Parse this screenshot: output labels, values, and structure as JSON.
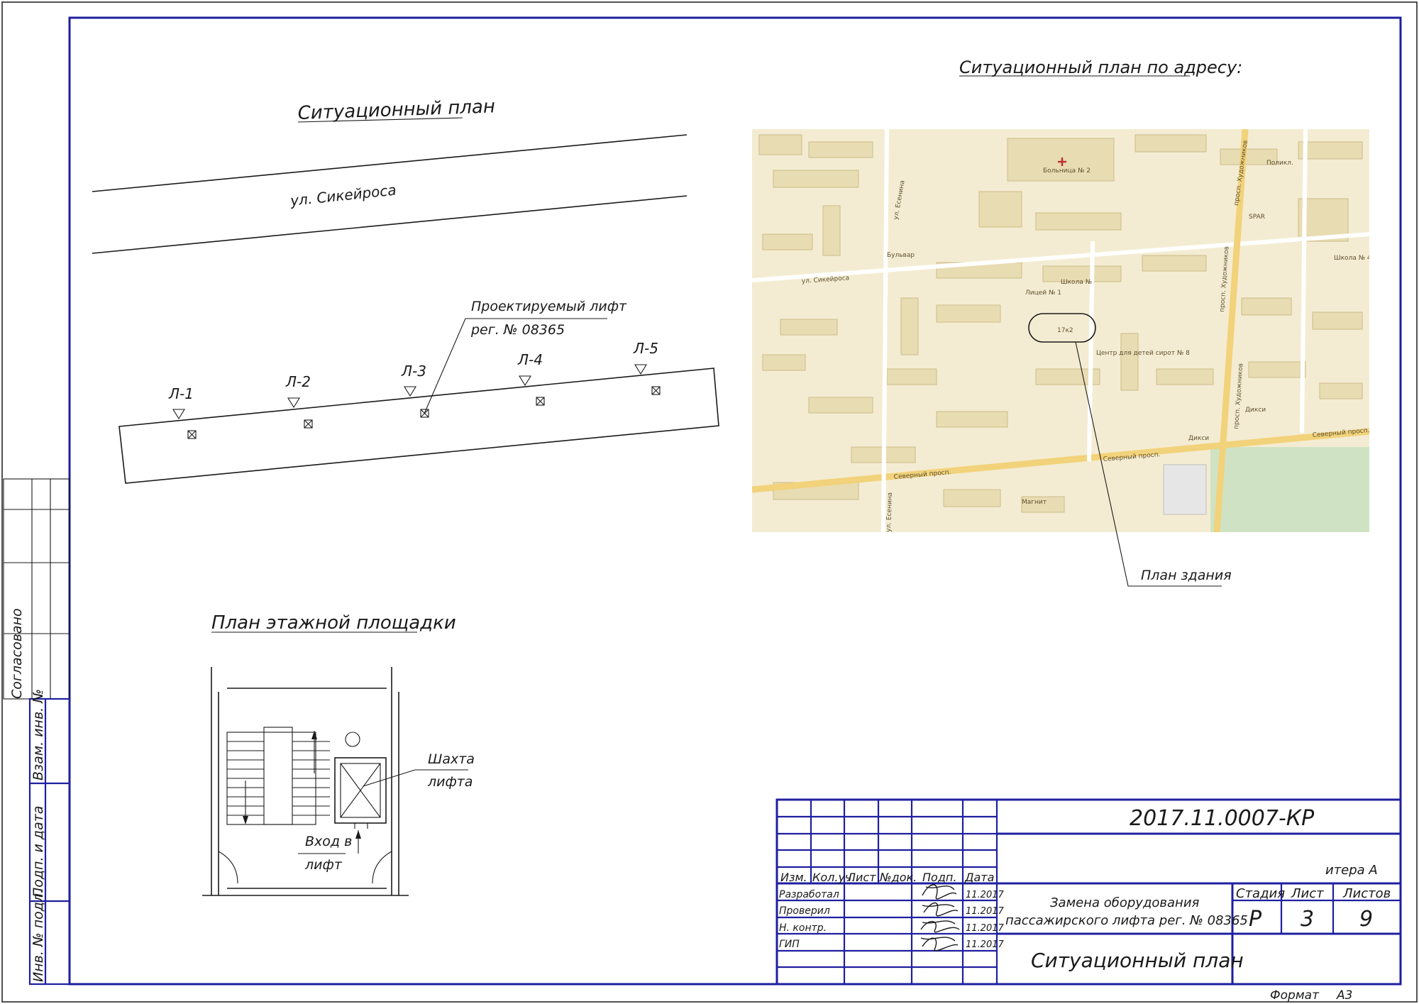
{
  "titles": {
    "situational_plan": "Ситуационный план",
    "situational_plan_by_address": "Ситуационный план по адресу:",
    "floor_plan": "План этажной площадки"
  },
  "left_plan": {
    "street": "ул. Сикейроса",
    "projected_lift_line1": "Проектируемый лифт",
    "projected_lift_line2": "рег. № 08365",
    "lifts": [
      "Л-1",
      "Л-2",
      "Л-3",
      "Л-4",
      "Л-5"
    ]
  },
  "map": {
    "labels": {
      "street_sikeirosa": "ул. Сикейроса",
      "north_prospect_1": "Северный просп.",
      "north_prospect_2": "Северный просп.",
      "north_prospect_3": "Северный просп.",
      "khudozhnikov_1": "просп. Художников",
      "khudozhnikov_2": "просп. Художников",
      "khudozhnikov_3": "просп. Художников",
      "esenina_1": "ул. Есенина",
      "esenina_2": "ул. Есенина",
      "hospital": "Больница № 2",
      "lyceum": "Лицей № 1",
      "school": "Школа №",
      "orphans": "Центр для детей сирот № 8",
      "building": "17к2",
      "dixy1": "Дикси",
      "dixy2": "Дикси",
      "spar": "SPAR",
      "boulevard": "Бульвар",
      "polyclinic": "Поликл.",
      "school4": "Школа № 4",
      "magnit": "Магнит"
    },
    "callout": "План здания"
  },
  "floor_plan": {
    "shaft_line1": "Шахта",
    "shaft_line2": "лифта",
    "entry_line1": "Вход в",
    "entry_line2": "лифт"
  },
  "stamp": {
    "code": "2017.11.0007-КР",
    "object_tail": "итера А",
    "title_line1": "Замена оборудования",
    "title_line2": "пассажирского лифта рег. № 08365",
    "sheet_name": "Ситуационный план",
    "headers": [
      "Изм.",
      "Кол.уч.",
      "Лист",
      "№док.",
      "Подп.",
      "Дата"
    ],
    "roles": [
      "Разработал",
      "Проверил",
      "Н. контр.",
      "ГИП"
    ],
    "dates": [
      "11.2017",
      "11.2017",
      "11.2017",
      "11.2017"
    ],
    "stage_header": "Стадия",
    "sheet_header": "Лист",
    "sheets_header": "Листов",
    "stage": "Р",
    "sheet": "3",
    "sheets": "9",
    "format_label": "Формат",
    "format_value": "А3"
  },
  "side": {
    "agreed": "Согласовано",
    "replace_inv": "Взам. инв. №",
    "sign_date": "Подп. и дата",
    "inv_orig": "Инв. № подл."
  }
}
